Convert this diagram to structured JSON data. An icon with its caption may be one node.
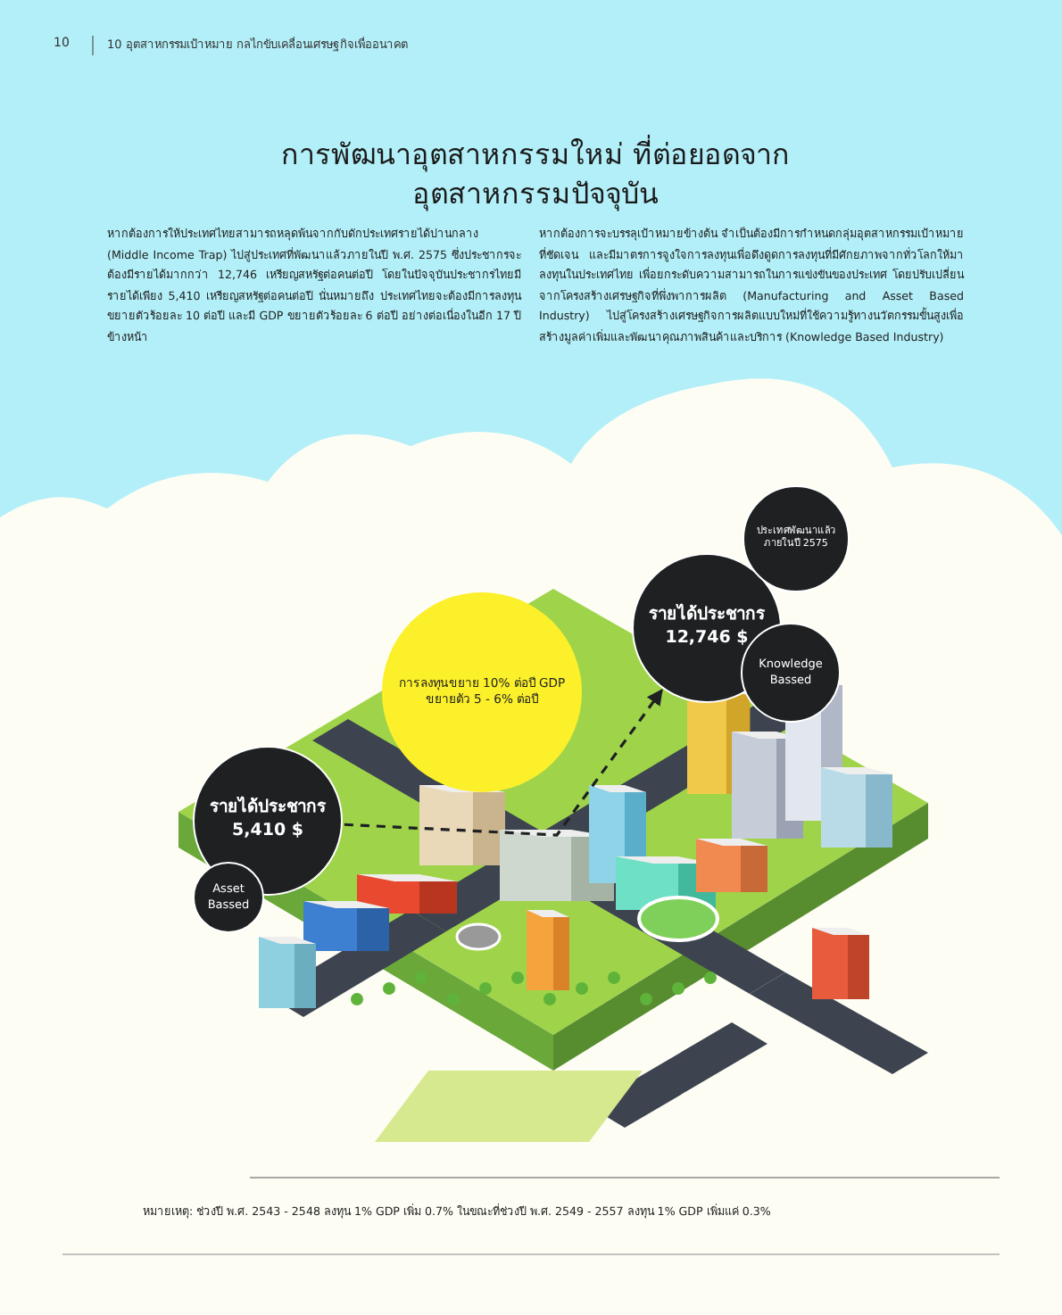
{
  "diagram": {
    "title": "การพัฒนาอุตสาหกรรมใหม่ ที่ต่อยอดจากอุตสาหกรรมปัจจุบัน",
    "nodes": [
      {
        "text": [
          "รายได้ประชากร 5,410 $"
        ]
      },
      {
        "text": [
          "Asset Bassed"
        ]
      },
      {
        "text": [
          "การลงทุนขยาย 10% ต่อปี GDP ขยายตัว 5 - 6% ต่อปี"
        ]
      },
      {
        "text": [
          "รายได้ประชากร 12,746 $"
        ]
      },
      {
        "text": [
          "ประเทศพัฒนาแล้วภายในปี 2575"
        ]
      },
      {
        "text": [
          "Knowledge Bassed"
        ]
      }
    ],
    "edges": [
      {
        "from": 0,
        "to": 3,
        "arrow": "to",
        "style": "dashed"
      }
    ],
    "labels": [
      "10",
      "10 อุตสาหกรรมเป้าหมาย กลไกขับเคลื่อนเศรษฐกิจเพื่ออนาคต",
      "หากต้องการให้ประเทศไทยสามารถหลุดพ้นจากกับดักประเทศรายได้ปานกลาง (Middle Income Trap) ไปสู่ประเทศที่พัฒนาแล้วภายในปี พ.ศ. 2575 ซึ่งประชากรจะต้องมีรายได้มากกว่า 12,746 เหรียญสหรัฐต่อคนต่อปี โดยในปัจจุบันประชากรไทยมีรายได้เพียง 5,410 เหรียญสหรัฐต่อคนต่อปี นั่นหมายถึง ประเทศไทยจะต้องมีการลงทุนขยายตัวร้อยละ 10 ต่อปี และมี GDP ขยายตัวร้อยละ 6 ต่อปี อย่างต่อเนื่องในอีก 17 ปีข้างหน้า",
      "หากต้องการจะบรรลุเป้าหมายข้างต้น จำเป็นต้องมีการกำหนดกลุ่มอุตสาหกรรมเป้าหมายที่ชัดเจน และมีมาตรการจูงใจการลงทุนเพื่อดึงดูดการลงทุนที่มีศักยภาพจากทั่วโลกให้มาลงทุนในประเทศไทย เพื่อยกระดับความสามารถในการแข่งขันของประเทศ โดยปรับเปลี่ยนจากโครงสร้างเศรษฐกิจที่พึ่งพาการผลิต (Manufacturing and Asset Based Industry) ไปสู่โครงสร้างเศรษฐกิจการผลิตแบบใหม่ที่ใช้ความรู้ทางนวัตกรรมขั้นสูงเพื่อสร้างมูลค่าเพิ่มและพัฒนาคุณภาพสินค้าและบริการ (Knowledge Based Industry)",
      "หมายเหตุ: ช่วงปี พ.ศ. 2543 - 2548 ลงทุน 1% GDP เพิ่ม 0.7% ในขณะที่ช่วงปี พ.ศ. 2549 - 2557 ลงทุน 1% GDP เพิ่มแค่ 0.3%"
    ]
  }
}
